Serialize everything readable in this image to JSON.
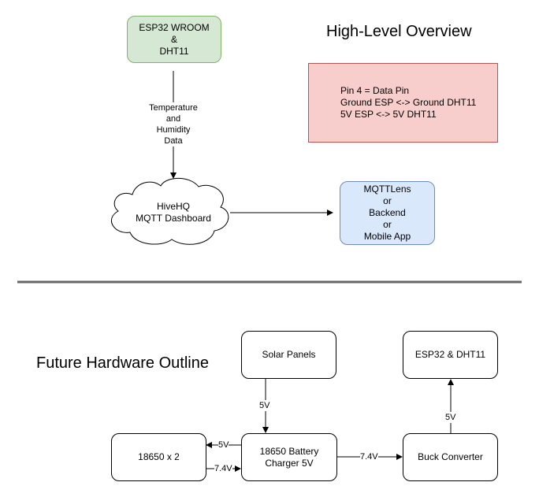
{
  "overview": {
    "title": "High-Level Overview",
    "esp_node": [
      "ESP32 WROOM",
      "&",
      "DHT11"
    ],
    "edge_label": [
      "Temperature",
      "and",
      "Humidity",
      "Data"
    ],
    "hive_node": [
      "HiveHQ",
      "MQTT Dashboard"
    ],
    "client_node": [
      "MQTTLens",
      "or",
      "Backend",
      "or",
      "Mobile App"
    ],
    "note": [
      "Pin 4  = Data Pin",
      "Ground ESP <-> Ground DHT11",
      "5V ESP <-> 5V DHT11"
    ]
  },
  "hardware": {
    "title": "Future Hardware Outline",
    "solar": "Solar Panels",
    "esp_dht": "ESP32 & DHT11",
    "batteries": "18650 x 2",
    "charger": [
      "18650 Battery",
      "Charger 5V"
    ],
    "buck": "Buck Converter",
    "labels": {
      "solar_to_charger": "5V",
      "charger_to_batteries": "5V",
      "batteries_to_charger": "7.4V",
      "charger_to_buck": "7.4V",
      "buck_to_esp": "5V"
    }
  },
  "colors": {
    "green_fill": "#d5e8d4",
    "green_stroke": "#82b366",
    "blue_fill": "#dae8fc",
    "blue_stroke": "#6c8ebf",
    "red_fill": "#f8cecc",
    "red_stroke": "#b85450",
    "divider": "#666666"
  }
}
